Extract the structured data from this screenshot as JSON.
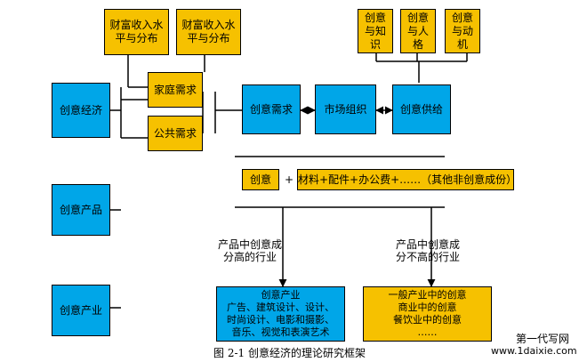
{
  "top_left": {
    "box1": "财富收入水\n平与分布",
    "box2": "财富收入水\n平与分布"
  },
  "top_right": {
    "box1": "创意\n与知\n识",
    "box2": "创意\n与人\n格",
    "box3": "创意\n与动\n机"
  },
  "demand": {
    "household": "家庭需求",
    "public": "公共需求"
  },
  "flow": {
    "creative_demand": "创意需求",
    "market": "市场组织",
    "creative_supply": "创意供给"
  },
  "left_column": {
    "economy": "创意经济",
    "product": "创意产品",
    "industry": "创意产业"
  },
  "product_row": {
    "creative": "创意",
    "plus": "+",
    "materials": "材料+配件+办公费+……（其他非创意成份）"
  },
  "branches": {
    "left_label": "产品中创意成\n分高的行业",
    "right_label": "产品中创意成\n分不高的行业"
  },
  "industry_boxes": {
    "creative_industry": "创意产业\n广告、建筑设计、设计、\n时尚设计、电影和摄影、\n音乐、视觉和表演艺术",
    "general_industry": "一般产业中的创意\n商业中的创意\n餐饮业中的创意\n……"
  },
  "caption": "图 2-1  创意经济的理论研究框架",
  "watermark": {
    "line1": "第一代写网",
    "line2": "www.1daixie.com"
  },
  "colors": {
    "yellow": "#f6c100",
    "blue": "#00a6e8"
  }
}
